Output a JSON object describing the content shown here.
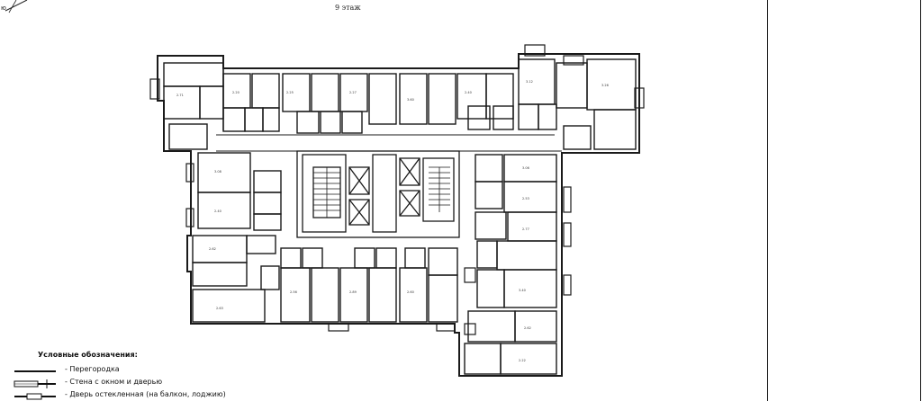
{
  "header": {
    "floor_label": "9 этаж",
    "compass_letter": "ю"
  },
  "legend": {
    "title": "Условные обозначения:",
    "items": [
      {
        "id": "partition",
        "label": "- Перегородка"
      },
      {
        "id": "wall-window-door",
        "label": "- Стена с окном и дверью"
      },
      {
        "id": "glazed-door",
        "label": "- Дверь остекленная (на балкон, лоджию)"
      }
    ]
  },
  "colors": {
    "ink": "#1a1a1a",
    "paper": "#ffffff",
    "shade": "#e6e6e6"
  }
}
